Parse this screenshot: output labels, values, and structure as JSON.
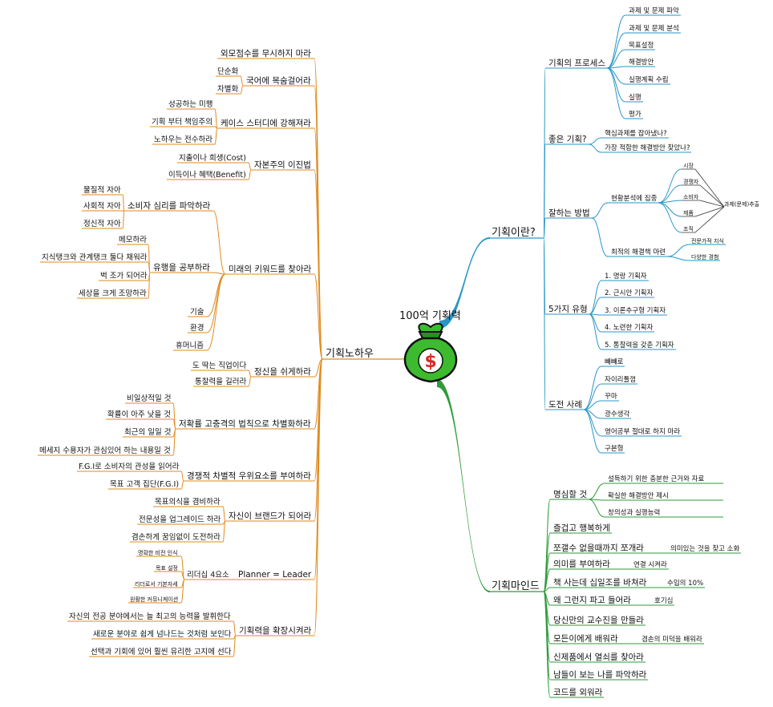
{
  "center": {
    "title": "100억 기획력",
    "icon": "money-bag-icon"
  },
  "colors": {
    "left": "#e08a1e",
    "right_top": "#2a96c8",
    "right_bottom": "#2e9b3a",
    "bag": "#3dbb2e",
    "dollar": "#d9292a"
  },
  "left": {
    "label": "기획노하우",
    "items": [
      {
        "label": "외모점수를 무시하지 마라",
        "children": []
      },
      {
        "label": "국어에 목숨걸어라",
        "children": [
          {
            "label": "단순화"
          },
          {
            "label": "차별화"
          }
        ]
      },
      {
        "label": "케이스 스터디에 강해져라",
        "children": [
          {
            "label": "성공하는 미행"
          },
          {
            "label": "기획 부터 책임주의"
          },
          {
            "label": "노하우는 전수하라"
          }
        ]
      },
      {
        "label": "자본주의 이진법",
        "children": [
          {
            "label": "지출이나 희생(Cost)"
          },
          {
            "label": "이득이나 혜택(Benefit)"
          }
        ]
      },
      {
        "label": "미래의 키워드를 찾아라",
        "children": [
          {
            "label": "소비자 심리를 파악하라",
            "children": [
              {
                "label": "물질적 자아"
              },
              {
                "label": "사회적 자아"
              },
              {
                "label": "정신적 자아"
              }
            ]
          },
          {
            "label": "유행을 공부하라",
            "children": [
              {
                "label": "메모하라"
              },
              {
                "label": "지식탱크와 관계탱크 둘다 채워라"
              },
              {
                "label": "벅 조가 되어라"
              },
              {
                "label": "세상을 크게 조망하라"
              }
            ]
          },
          {
            "label": "기술"
          },
          {
            "label": "환경"
          },
          {
            "label": "휴머니즘"
          }
        ]
      },
      {
        "label": "정신을 쉬게하라",
        "children": [
          {
            "label": "도 딱는 직업이다"
          },
          {
            "label": "통찰력을 길러라"
          }
        ]
      },
      {
        "label": "저확률 고충격의 법칙으로 차별화하라",
        "children": [
          {
            "label": "비일상적일 것"
          },
          {
            "label": "확률이 아주 낮을 것"
          },
          {
            "label": "최근의 일일 것"
          },
          {
            "label": "메세지 수용자가 관심있어 하는 내용일 것"
          }
        ]
      },
      {
        "label": "경쟁적 차별적 우위요소를 부여하라",
        "children": [
          {
            "label": "F.G.I로 소비자의 관성을 읽어라"
          },
          {
            "label": "목표 고객 집단(F.G.I)"
          }
        ]
      },
      {
        "label": "자신이 브랜드가 되어라",
        "children": [
          {
            "label": "목표의식을 겸비하라"
          },
          {
            "label": "전문성을 업그레이드 하라"
          },
          {
            "label": "겸손하게 꿈임없이 도전하라"
          }
        ]
      },
      {
        "label": "Planner = Leader",
        "children": [
          {
            "label": "리더십 4요소",
            "children": [
              {
                "label": "명확한 비전 인식"
              },
              {
                "label": "목표 설정"
              },
              {
                "label": "리더로서 기본자세"
              },
              {
                "label": "원활한 커뮤니케이션"
              }
            ]
          }
        ]
      },
      {
        "label": "기획력을 확장시켜라",
        "children": [
          {
            "label": "자신의 전공 분야에서는 늘 최고의 능력을 발휘한다"
          },
          {
            "label": "새로운 분야로 쉽게 넘나드는 것처럼 보인다"
          },
          {
            "label": "선택과 기회에 있어 훨씬 유리한 고지에 선다"
          }
        ]
      }
    ]
  },
  "right_top": {
    "label": "기획이란?",
    "items": [
      {
        "label": "기획의 프로세스",
        "children": [
          {
            "label": "과제 및 문제 파악"
          },
          {
            "label": "과제 및 문제 분석"
          },
          {
            "label": "목표설정"
          },
          {
            "label": "해결방안"
          },
          {
            "label": "실행계획 수립"
          },
          {
            "label": "실행"
          },
          {
            "label": "평가"
          }
        ]
      },
      {
        "label": "좋은 기획?",
        "children": [
          {
            "label": "핵심과제를 잡아냈나?"
          },
          {
            "label": "가장 적합한 해결방안 찾았나?"
          }
        ]
      },
      {
        "label": "잘하는 방법",
        "children": [
          {
            "label": "현황분석에 집중",
            "children": [
              {
                "label": "시장"
              },
              {
                "label": "경쟁자"
              },
              {
                "label": "소비자"
              },
              {
                "label": "제품"
              },
              {
                "label": "조직"
              }
            ],
            "merge": "과제(문제)추출"
          },
          {
            "label": "최적의 해결책 마련",
            "children": [
              {
                "label": "전문가적 지식"
              },
              {
                "label": "다양한 경험"
              }
            ]
          }
        ]
      },
      {
        "label": "5가지 유형",
        "children": [
          {
            "label": "1. 명랑 기획자"
          },
          {
            "label": "2. 근시안 기획자"
          },
          {
            "label": "3. 이론추구형 기획자"
          },
          {
            "label": "4. 노련한 기획자"
          },
          {
            "label": "5. 통찰력을 갖춘 기획자"
          }
        ]
      },
      {
        "label": "도전 사례",
        "children": [
          {
            "label": "빼빼로"
          },
          {
            "label": "자이리톨껌"
          },
          {
            "label": "꾸마"
          },
          {
            "label": "광수생각"
          },
          {
            "label": "영어공부 절대로 하지 마라"
          },
          {
            "label": "구본형"
          }
        ]
      }
    ]
  },
  "right_bottom": {
    "label": "기획마인드",
    "items": [
      {
        "label": "명심할 것",
        "children": [
          {
            "label": "설득하기 위한 충분한 근거와 자료"
          },
          {
            "label": "확실한 해결방안 제시"
          },
          {
            "label": "창의성과 실행능력"
          }
        ]
      },
      {
        "label": "즐겁고 행복하게",
        "children": []
      },
      {
        "label": "쪼갤수 없을때까지 쪼개라",
        "children": [
          {
            "label": "의미있는 것을 찾고 소화"
          }
        ]
      },
      {
        "label": "의미를 부여하라",
        "children": [
          {
            "label": "연결 시켜라"
          }
        ]
      },
      {
        "label": "책 사는데 십일조를 바쳐라",
        "children": [
          {
            "label": "수입의 10%"
          }
        ]
      },
      {
        "label": "왜 그런지 파고 들어라",
        "children": [
          {
            "label": "호기심"
          }
        ]
      },
      {
        "label": "당신만의 교수진을 만들라",
        "children": []
      },
      {
        "label": "모든이에게 배워라",
        "children": [
          {
            "label": "겸손의 미덕을 배워라"
          }
        ]
      },
      {
        "label": "신제품에서 열쇠를 찾아라",
        "children": []
      },
      {
        "label": "남들이 보는 나를 파악하라",
        "children": []
      },
      {
        "label": "코드를 외워라",
        "children": []
      }
    ]
  }
}
